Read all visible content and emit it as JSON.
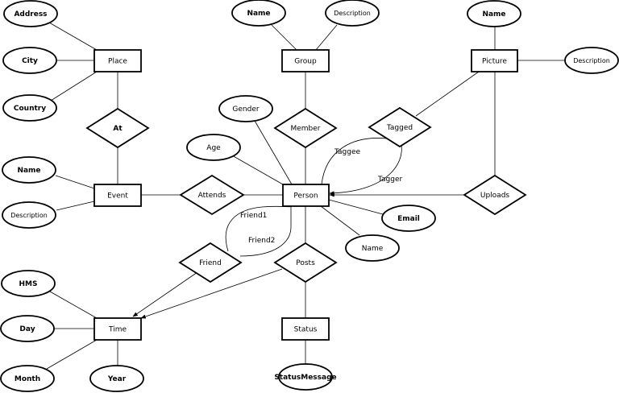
{
  "entities": {
    "place": "Place",
    "group": "Group",
    "picture": "Picture",
    "event": "Event",
    "person": "Person",
    "time": "Time",
    "status": "Status"
  },
  "relationships": {
    "at": "At",
    "member": "Member",
    "tagged": "Tagged",
    "attends": "Attends",
    "uploads": "Uploads",
    "friend": "Friend",
    "posts": "Posts"
  },
  "attributes": {
    "place_address": "Address",
    "place_city": "City",
    "place_country": "Country",
    "group_name": "Name",
    "group_description": "Description",
    "picture_name": "Name",
    "picture_description": "Description",
    "person_gender": "Gender",
    "person_age": "Age",
    "person_email": "Email",
    "person_name": "Name",
    "event_name": "Name",
    "event_description": "Description",
    "time_hms": "HMS",
    "time_day": "Day",
    "time_month": "Month",
    "time_year": "Year",
    "status_message": "StatusMessage"
  },
  "role_labels": {
    "taggee": "Taggee",
    "tagger": "Tagger",
    "friend1": "Friend1",
    "friend2": "Friend2"
  }
}
